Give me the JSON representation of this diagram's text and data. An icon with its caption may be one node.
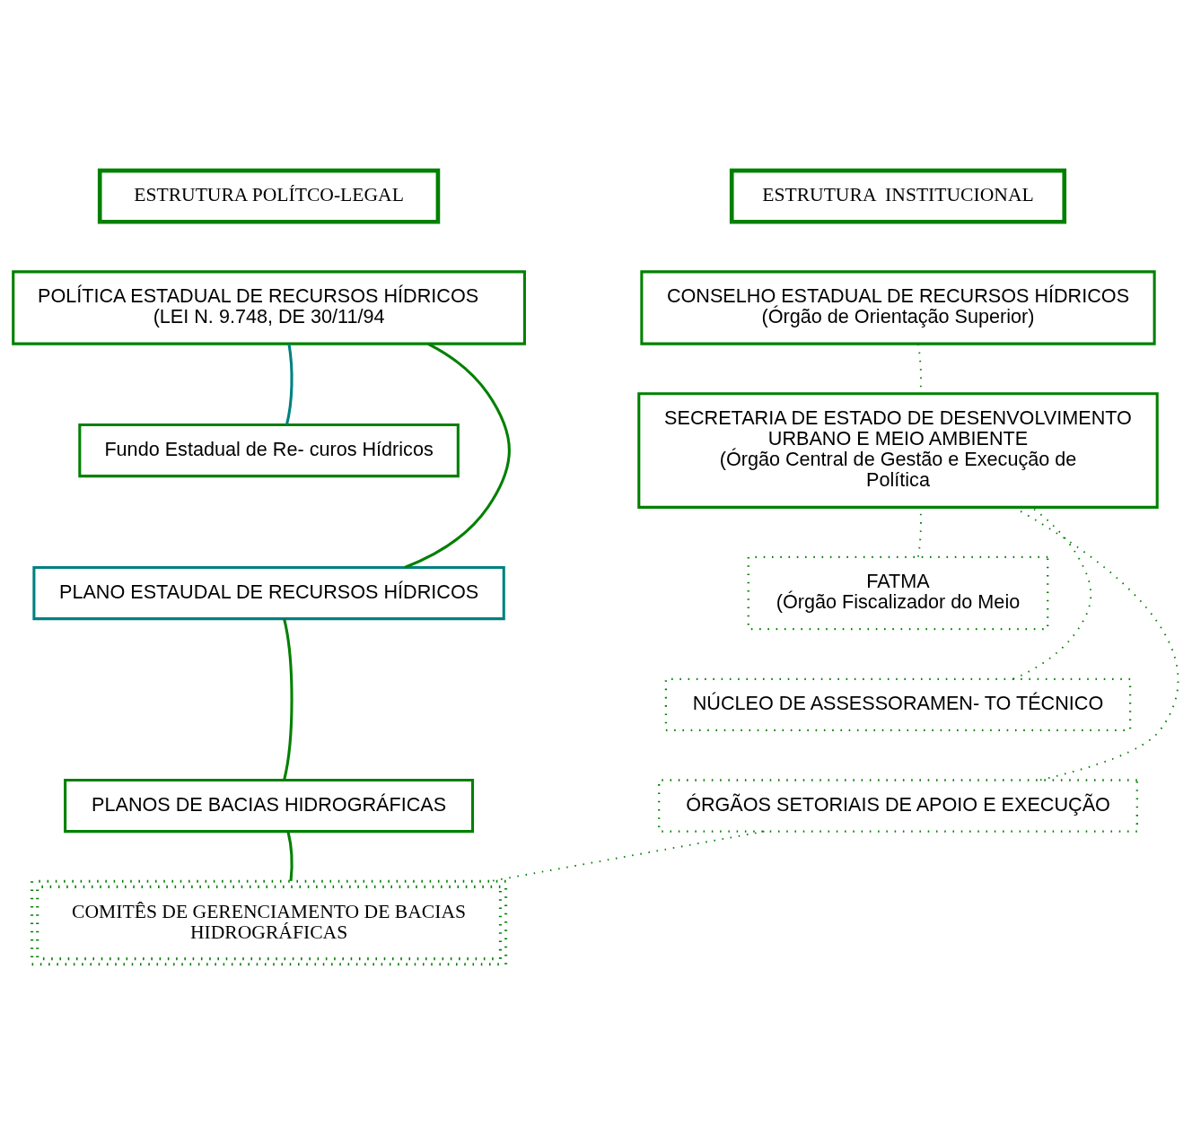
{
  "diagram": {
    "nodes": [
      {
        "text": [
          "ESTRUTURA POLÍTCO-LEGAL"
        ]
      },
      {
        "text": [
          "ESTRUTURA  INSTITUCIONAL"
        ]
      },
      {
        "text": [
          "POLÍTICA ESTADUAL DE RECURSOS HÍDRICOS     (LEI N. 9.748, DE 30/11/94"
        ]
      },
      {
        "text": [
          "CONSELHO ESTADUAL DE RECURSOS HÍDRICOS",
          "(Órgão de Orientação Superior)"
        ]
      },
      {
        "text": [
          "SECRETARIA DE ESTADO DE DESENVOLVIMENTO URBANO E MEIO AMBIENTE",
          "(Órgão Central de Gestão e Execução de Política"
        ]
      },
      {
        "text": [
          "Fundo Estadual de Re- curos Hídricos"
        ]
      },
      {
        "text": [
          "PLANO ESTAUDAL DE RECURSOS HÍDRICOS"
        ]
      },
      {
        "text": [
          "FATMA",
          "(Órgão Fiscalizador do Meio"
        ]
      },
      {
        "text": [
          "NÚCLEO DE ASSESSORAMEN- TO TÉCNICO"
        ]
      },
      {
        "text": [
          "PLANOS DE BACIAS HIDROGRÁFICAS"
        ]
      },
      {
        "text": [
          "ÓRGÃOS SETORIAIS DE APOIO E EXECUÇÃO"
        ]
      },
      {
        "text": [
          "COMITÊS DE GERENCIAMENTO DE BACIAS HIDROGRÁFICAS"
        ]
      }
    ],
    "edges": [
      {
        "from": 2,
        "to": 6,
        "arrow": "none"
      },
      {
        "from": 5,
        "to": 2,
        "arrow": "none",
        "color": "#008080"
      },
      {
        "from": 6,
        "to": 9,
        "arrow": "none"
      },
      {
        "from": 3,
        "to": 4,
        "arrow": "none",
        "style": "dashed"
      },
      {
        "from": 4,
        "to": 10,
        "arrow": "none",
        "style": "dashed"
      },
      {
        "from": 7,
        "to": 4,
        "arrow": "none",
        "style": "dashed"
      },
      {
        "from": 8,
        "to": 4,
        "arrow": "none",
        "style": "dashed"
      },
      {
        "from": 9,
        "to": 11,
        "arrow": "none"
      },
      {
        "from": 10,
        "to": 11,
        "arrow": "none",
        "style": "dashed"
      }
    ]
  }
}
